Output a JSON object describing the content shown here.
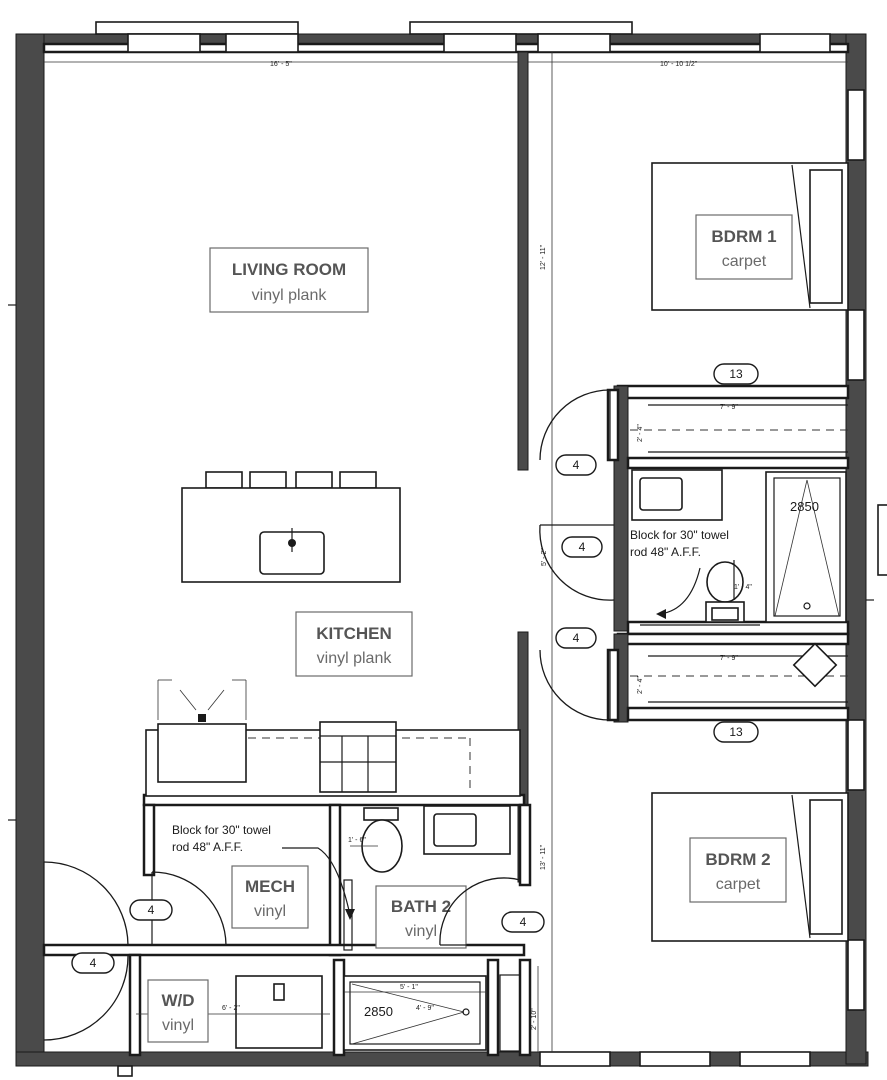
{
  "rooms": {
    "living": {
      "name": "LIVING ROOM",
      "material": "vinyl plank"
    },
    "kitchen": {
      "name": "KITCHEN",
      "material": "vinyl plank"
    },
    "bdrm1": {
      "name": "BDRM 1",
      "material": "carpet"
    },
    "bdrm2": {
      "name": "BDRM 2",
      "material": "carpet"
    },
    "mech": {
      "name": "MECH",
      "material": "vinyl"
    },
    "bath2": {
      "name": "BATH 2",
      "material": "vinyl"
    },
    "wd": {
      "name": "W/D",
      "material": "vinyl"
    }
  },
  "dimensions": {
    "top_left": "16' - 5\"",
    "top_right": "10' - 10 1/2\"",
    "bdrm1_depth": "12' - 11\"",
    "closet_top_width": "7' - 9\"",
    "closet_top_depth": "2' - 4\"",
    "closet_bottom_width": "7' - 9\"",
    "closet_bottom_depth": "2' - 4\"",
    "hall_width": "5' - 2\"",
    "toilet_clear_upper": "1' - 4\"",
    "toilet_clear_lower": "1' - 6\"",
    "bdrm2_depth": "13' - 11\"",
    "shower_width": "5' - 1\"",
    "shower_inner": "4' - 9\"",
    "wd_width": "6' - 2\"",
    "bath2_closet_depth": "2' - 10\""
  },
  "notes": {
    "towel_upper_line1": "Block for 30\" towel",
    "towel_upper_line2": "rod 48\" A.F.F.",
    "towel_lower_line1": "Block for 30\" towel",
    "towel_lower_line2": "rod 48\" A.F.F."
  },
  "tags": {
    "door_bdrm1": "4",
    "door_bath1": "4",
    "door_bdrm2": "4",
    "closet_top": "13",
    "closet_bottom": "13",
    "door_mech": "4",
    "door_entry": "4",
    "door_bath2": "4"
  },
  "fixtures": {
    "shower_upper": "2850",
    "shower_lower": "2850"
  }
}
